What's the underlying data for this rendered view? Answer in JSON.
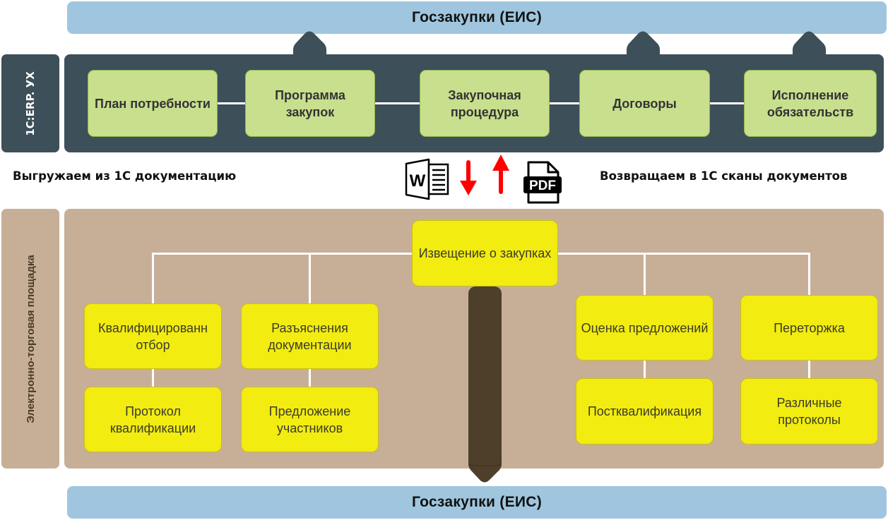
{
  "top_bar": {
    "label": "Госзакупки (ЕИС)"
  },
  "bottom_bar": {
    "label": "Госзакупки (ЕИС)"
  },
  "erp_section": {
    "side_label": "1C:ERP. УХ",
    "stages": [
      {
        "label": "План потребности"
      },
      {
        "label": "Программа закупок"
      },
      {
        "label": "Закупочная процедура"
      },
      {
        "label": "Договоры"
      },
      {
        "label": "Исполнение обязательств"
      }
    ]
  },
  "exchange": {
    "export_caption": "Выгружаем из 1С документацию",
    "import_caption": "Возвращаем в 1С сканы документов",
    "word_icon": "word-document-icon",
    "word_icon_letter": "W",
    "pdf_icon": "pdf-document-icon",
    "pdf_icon_label": "PDF",
    "arrow_color": "#ff0000"
  },
  "etp_section": {
    "side_label": "Электронно-торговая площадка",
    "root": {
      "label": "Извещение о закупках"
    },
    "branches": [
      {
        "top": "Квалифицированн отбор",
        "bottom": "Протокол квалификации"
      },
      {
        "top": "Разъяснения документации",
        "bottom": "Предложение участников"
      },
      {
        "top": "Оценка предложений",
        "bottom": "Постквалификация"
      },
      {
        "top": "Переторжка",
        "bottom": "Различные протоколы"
      }
    ]
  },
  "colors": {
    "eis_blue": "#9fc6de",
    "erp_dark": "#3d4f58",
    "stage_green": "#c8df8e",
    "etp_brown": "#c7af97",
    "node_yellow": "#f2ec10",
    "pillar_brown": "#4e3f2a"
  }
}
